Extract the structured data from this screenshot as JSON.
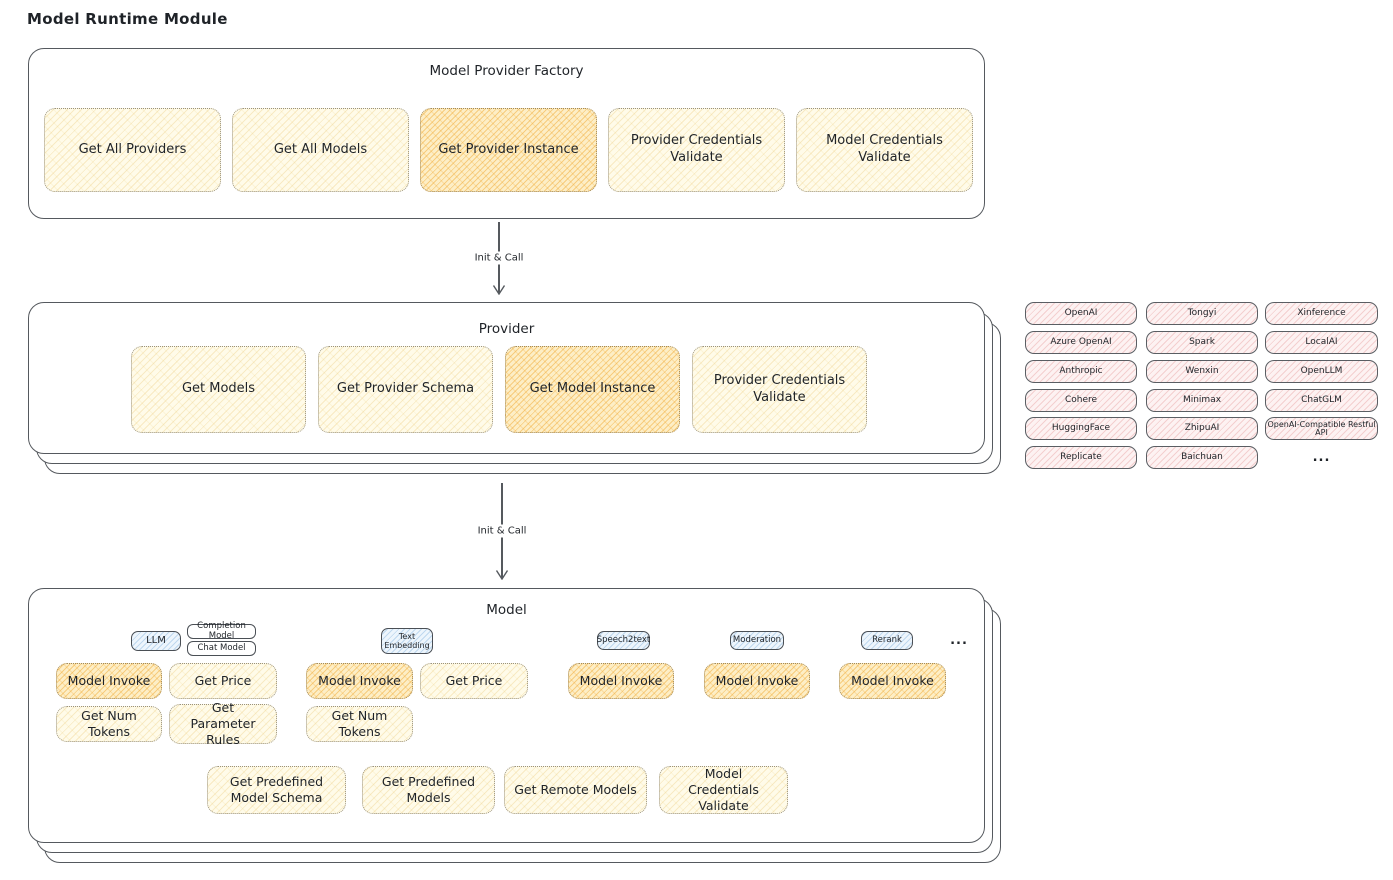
{
  "title": "Model Runtime Module",
  "colors": {
    "ink": "#1f2328",
    "line": "#55595e",
    "cream_base": "#fffbe9",
    "orange_base": "#fdeec6",
    "pink_base": "#fdf2f2",
    "blue_base": "#edf5fc"
  },
  "arrow1_label": "Init & Call",
  "arrow2_label": "Init & Call",
  "factory": {
    "title": "Model Provider Factory",
    "get_all_providers": "Get All Providers",
    "get_all_models": "Get All Models",
    "get_provider_instance": "Get Provider Instance",
    "provider_credentials_validate": "Provider Credentials Validate",
    "model_credentials_validate": "Model Credentials Validate"
  },
  "provider": {
    "title": "Provider",
    "get_models": "Get Models",
    "get_provider_schema": "Get Provider Schema",
    "get_model_instance": "Get Model Instance",
    "provider_credentials_validate": "Provider Credentials Validate"
  },
  "providers": {
    "col1": [
      "OpenAI",
      "Azure OpenAI",
      "Anthropic",
      "Cohere",
      "HuggingFace",
      "Replicate"
    ],
    "col2": [
      "Tongyi",
      "Spark",
      "Wenxin",
      "Minimax",
      "ZhipuAI",
      "Baichuan"
    ],
    "col3": [
      "Xinference",
      "LocalAI",
      "OpenLLM",
      "ChatGLM",
      "OpenAI-Compatible Restful API"
    ],
    "more": "..."
  },
  "model": {
    "title": "Model",
    "tags": {
      "llm": "LLM",
      "completion_model": "Completion Model",
      "chat_model": "Chat Model",
      "text_embedding": "Text Embedding",
      "speech2text": "Speech2text",
      "moderation": "Moderation",
      "rerank": "Rerank",
      "more": "..."
    },
    "llm_ops": {
      "model_invoke": "Model Invoke",
      "get_price": "Get Price",
      "get_num_tokens": "Get Num Tokens",
      "get_parameter_rules": "Get Parameter Rules"
    },
    "embedding_ops": {
      "model_invoke": "Model Invoke",
      "get_price": "Get Price",
      "get_num_tokens": "Get Num Tokens"
    },
    "speech2text_ops": {
      "model_invoke": "Model Invoke"
    },
    "moderation_ops": {
      "model_invoke": "Model Invoke"
    },
    "rerank_ops": {
      "model_invoke": "Model Invoke"
    },
    "common_ops": {
      "get_predefined_model_schema": "Get Predefined Model Schema",
      "get_predefined_models": "Get Predefined Models",
      "get_remote_models": "Get Remote Models",
      "model_credentials_validate": "Model Credentials Validate"
    }
  }
}
